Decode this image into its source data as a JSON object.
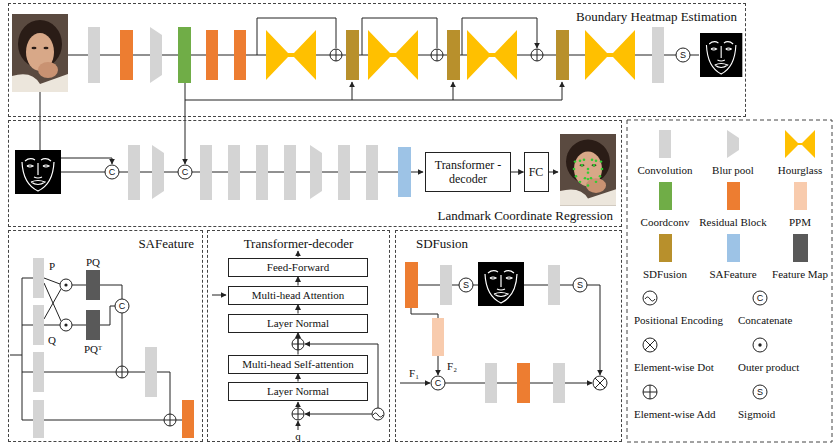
{
  "diagram": {
    "nodes": [
      {
        "text": [
          "Boundary Heatmap Estimation"
        ]
      },
      {
        "text": [
          "Landmark Coordinate Regression"
        ]
      },
      {
        "text": [
          "Transformer -decoder"
        ],
        "in": 1
      },
      {
        "text": [
          "FC"
        ],
        "in": 1
      },
      {
        "text": [
          "SAFeature"
        ]
      },
      {
        "text": [
          "Transformer-decoder"
        ]
      },
      {
        "text": [
          "Feed-Forward"
        ],
        "in": 5
      },
      {
        "text": [
          "Multi-head Attention"
        ],
        "in": 5
      },
      {
        "text": [
          "Layer Normal"
        ],
        "in": 5
      },
      {
        "text": [
          "Multi-head Self-attention"
        ],
        "in": 5
      },
      {
        "text": [
          "Layer Normal"
        ],
        "in": 5
      },
      {
        "text": [
          "SDFusion"
        ]
      }
    ],
    "edges": [
      {
        "from": 2,
        "to": 3,
        "arrow": "to"
      },
      {
        "from": 10,
        "to": 9,
        "arrow": "to"
      },
      {
        "from": 9,
        "to": 8,
        "arrow": "to"
      },
      {
        "from": 8,
        "to": 7,
        "arrow": "to"
      },
      {
        "from": 7,
        "to": 6,
        "arrow": "to"
      }
    ],
    "labels": [
      "S",
      "C",
      "C",
      "P",
      "Q",
      "PQ",
      "PQᵀ",
      "C",
      "q",
      "S",
      "S",
      "F₂",
      "F₁",
      "C",
      "C",
      "S"
    ],
    "legend": [
      {
        "text": "Convolution",
        "color": "#d4d4d4"
      },
      {
        "text": "Blur pool"
      },
      {
        "text": "Hourglass"
      },
      {
        "text": "Coordconv",
        "color": "#70ad47"
      },
      {
        "text": "Residual Block",
        "color": "#ed7d31"
      },
      {
        "text": "PPM",
        "color": "#f8cbad"
      },
      {
        "text": "SDFusion",
        "color": "#b8902c"
      },
      {
        "text": "SAFeature",
        "color": "#9dc3e6"
      },
      {
        "text": "Feature Map",
        "color": "#595959"
      },
      {
        "text": "Positional Encoding"
      },
      {
        "text": "Concatenate"
      },
      {
        "text": "Element-wise Dot"
      },
      {
        "text": "Outer product"
      },
      {
        "text": "Element-wise Add"
      },
      {
        "text": "Sigmoid"
      }
    ]
  }
}
